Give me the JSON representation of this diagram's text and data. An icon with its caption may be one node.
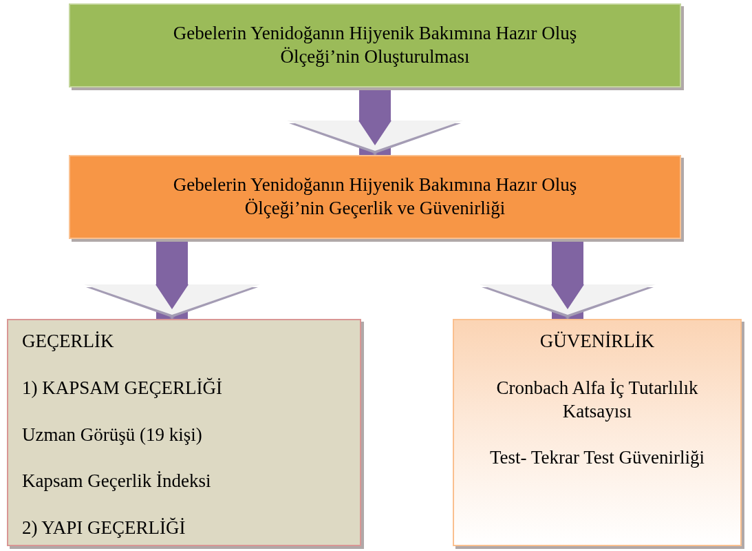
{
  "diagram": {
    "nodes": [
      {
        "text": [
          "Gebelerin Yenidoğanın Hijyenik Bakımına Hazır Oluş Ölçeği’nin Oluşturulması"
        ]
      },
      {
        "text": [
          "Gebelerin Yenidoğanın Hijyenik Bakımına Hazır Oluş Ölçeği’nin Geçerlik ve Güvenirliği"
        ]
      },
      {
        "text": [
          "GEÇERLİK",
          "1) KAPSAM GEÇERLİĞİ",
          "Uzman Görüşü (19 kişi)",
          "Kapsam Geçerlik İndeksi",
          "2) YAPI GEÇERLİĞİ"
        ]
      },
      {
        "text": [
          "GÜVENİRLİK",
          "Cronbach Alfa İç Tutarlılık Katsayısı",
          "Test- Tekrar Test Güvenirliği"
        ]
      }
    ],
    "edges": [
      {
        "from": 0,
        "to": 1,
        "arrow": "to"
      },
      {
        "from": 1,
        "to": 2,
        "arrow": "to"
      },
      {
        "from": 1,
        "to": 3,
        "arrow": "to"
      }
    ]
  }
}
